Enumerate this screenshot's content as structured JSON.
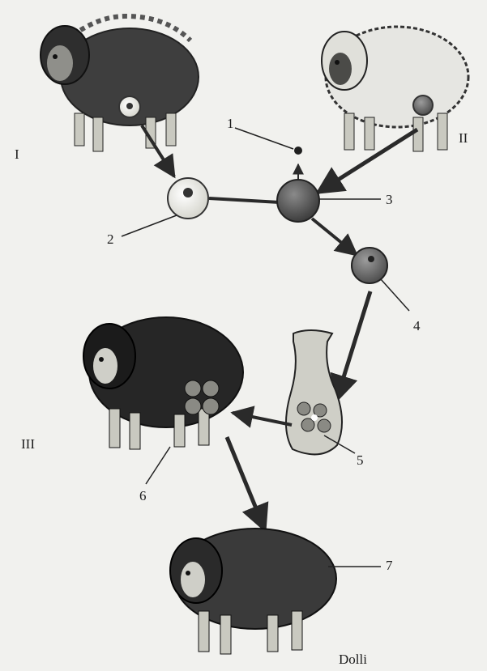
{
  "diagram": {
    "sheep_labels": {
      "one": "I",
      "two": "II",
      "three": "III"
    },
    "callouts": {
      "c1": "1",
      "c2": "2",
      "c3": "3",
      "c4": "4",
      "c5": "5",
      "c6": "6",
      "c7": "7"
    },
    "offspring_name": "Dolli"
  },
  "colors": {
    "background": "#f1f1ee",
    "ink": "#1c1c1c",
    "dark_wool": "#3a3a3a",
    "light_wool": "#e6e6e2",
    "cell_dark": "#555555",
    "cell_light": "#dcdcd5"
  },
  "icons": [
    "sheep-donor-icon",
    "sheep-egg-donor-icon",
    "sheep-surrogate-icon",
    "sheep-clone-icon",
    "culture-flask-icon"
  ]
}
